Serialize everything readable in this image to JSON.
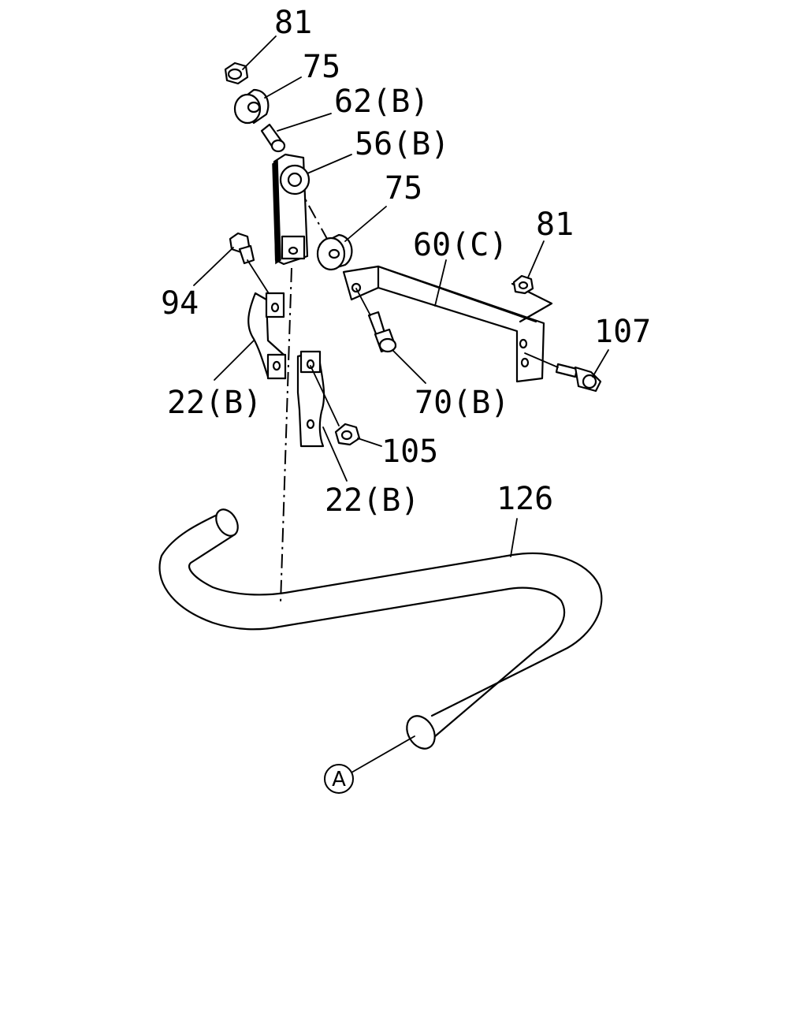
{
  "diagram": {
    "callouts": [
      {
        "id": "c-81-top",
        "text": "81"
      },
      {
        "id": "c-75-top",
        "text": "75"
      },
      {
        "id": "c-62b",
        "text": "62(B)"
      },
      {
        "id": "c-56b",
        "text": "56(B)"
      },
      {
        "id": "c-75-mid",
        "text": "75"
      },
      {
        "id": "c-81-right",
        "text": "81"
      },
      {
        "id": "c-60c",
        "text": "60(C)"
      },
      {
        "id": "c-94",
        "text": "94"
      },
      {
        "id": "c-107",
        "text": "107"
      },
      {
        "id": "c-22b-left",
        "text": "22(B)"
      },
      {
        "id": "c-70b",
        "text": "70(B)"
      },
      {
        "id": "c-105",
        "text": "105"
      },
      {
        "id": "c-22b-bottom",
        "text": "22(B)"
      },
      {
        "id": "c-126",
        "text": "126"
      }
    ],
    "reference_marker": "A"
  }
}
